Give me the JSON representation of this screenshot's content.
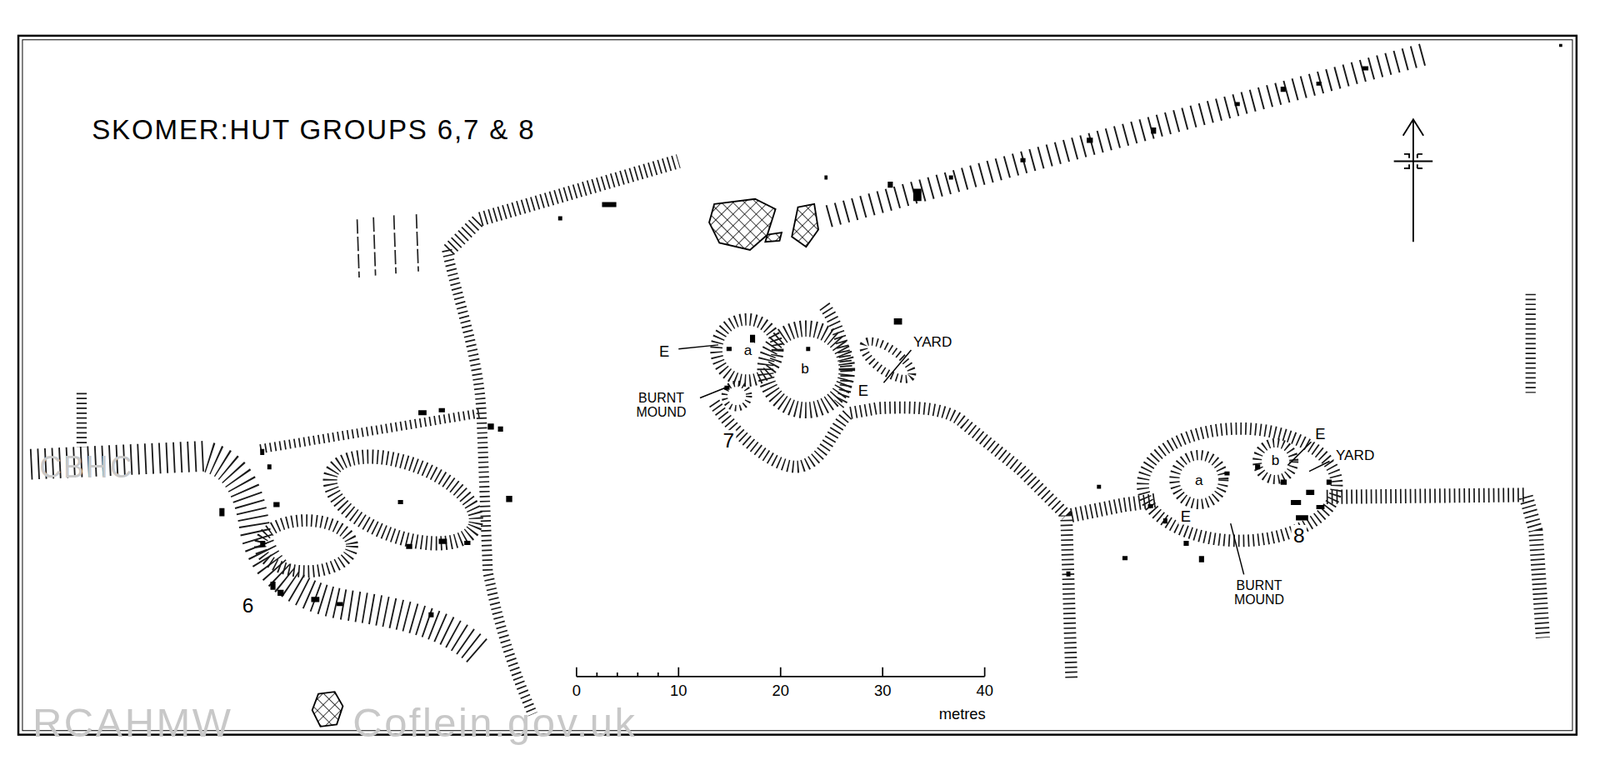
{
  "diagram": {
    "title": "SKOMER:HUT GROUPS 6,7 & 8",
    "labels": [
      "E",
      "a",
      "b",
      "YARD",
      "E",
      "BURNT MOUND",
      "7",
      "E",
      "YARD",
      "a",
      "b",
      "E",
      "8",
      "BURNT MOUND",
      "6",
      "0",
      "10",
      "20",
      "30",
      "40",
      "metres",
      "CBHC",
      "RCAHMW",
      "Coflein.gov.uk"
    ]
  }
}
